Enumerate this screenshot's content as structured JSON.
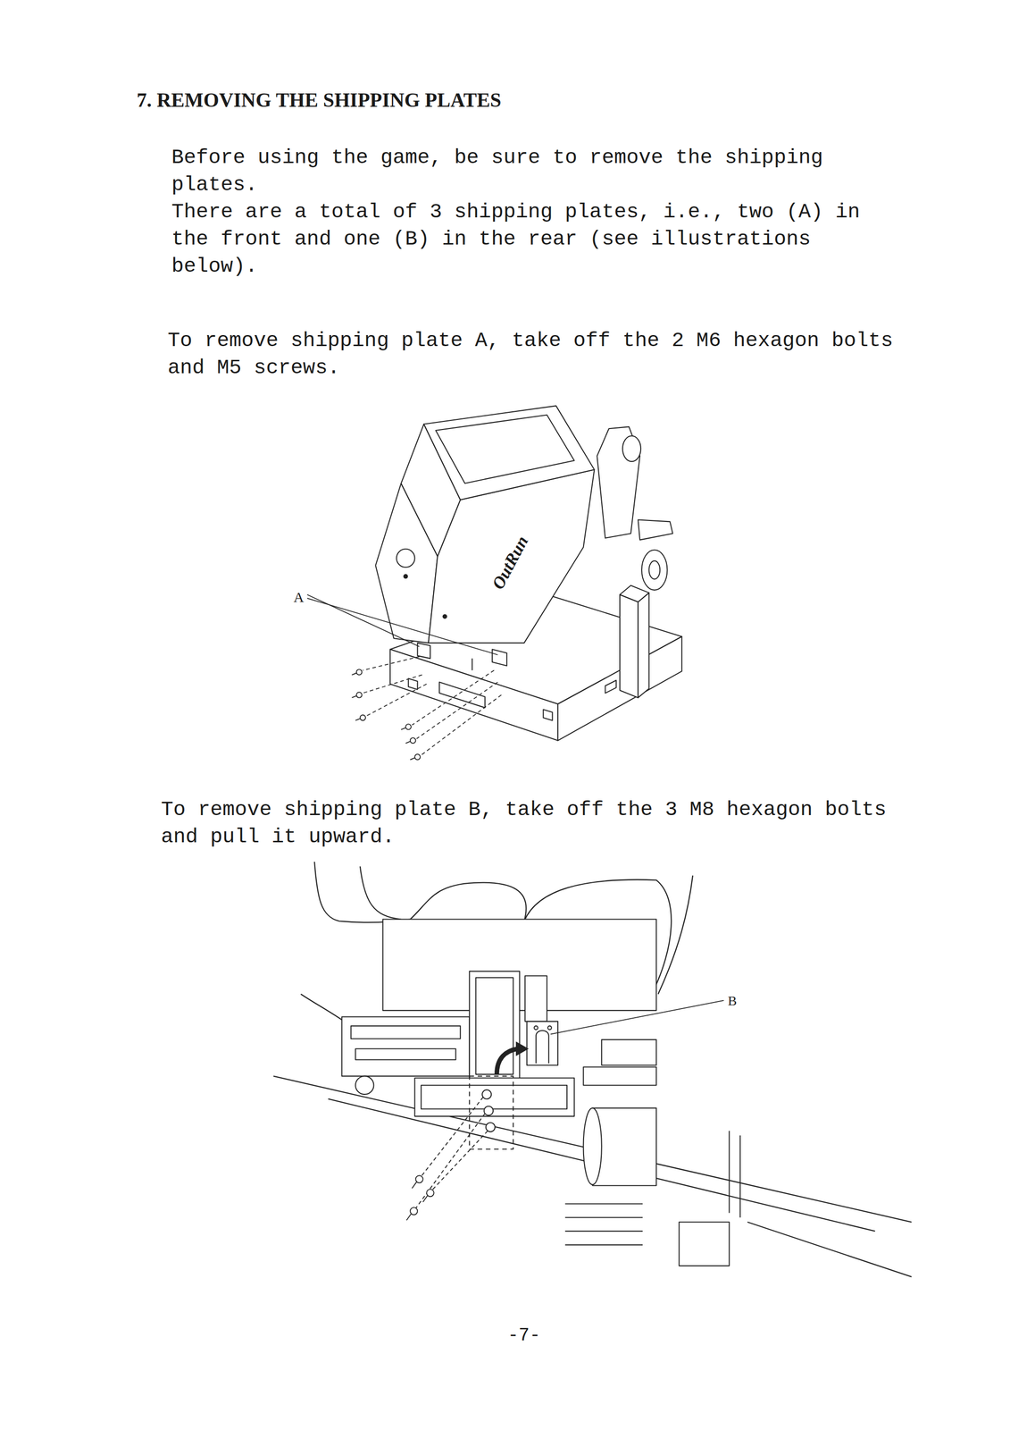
{
  "diagram": {
    "title": "7. REMOVING THE SHIPPING PLATES",
    "labels": [
      "Before using the game, be sure to remove the shipping plates.",
      "There are a total of 3 shipping plates, i.e., two (A) in the front and one (B) in the rear (see illustrations below).",
      "To remove shipping plate A, take off the 2 M6 hexagon bolts and M5 screws.",
      "OutRun",
      "A",
      "To remove shipping plate B, take off the 3 M8 hexagon bolts and pull it upward.",
      "B",
      "-7-"
    ]
  }
}
